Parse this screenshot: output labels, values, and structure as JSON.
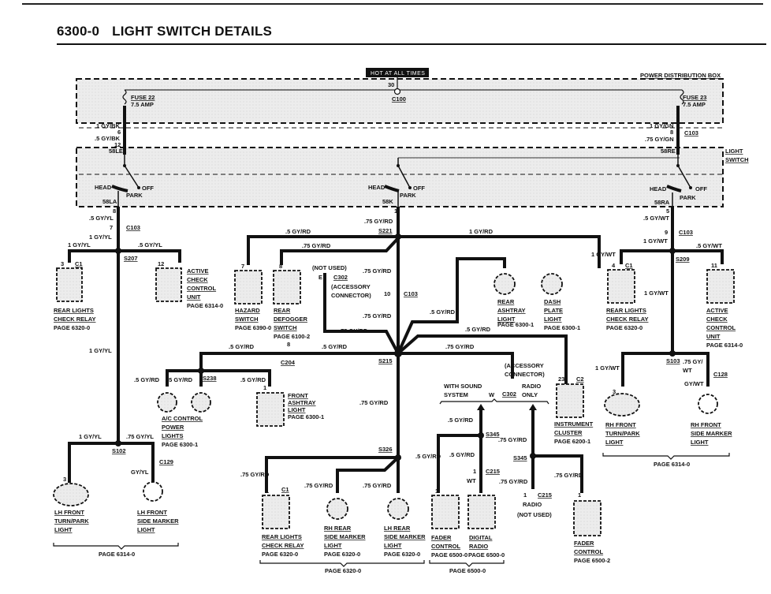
{
  "header": {
    "section_number": "6300-0",
    "title": "LIGHT SWITCH DETAILS"
  },
  "power_box": {
    "hot_label": "HOT AT ALL TIMES",
    "terminal": "30",
    "connector": "C100",
    "box_label": "POWER DISTRIBUTION BOX",
    "fuse_left": {
      "name": "FUSE 22",
      "rating": "7.5 AMP"
    },
    "fuse_right": {
      "name": "FUSE 23",
      "rating": "7.5 AMP"
    }
  },
  "light_switch": {
    "label_line1": "LIGHT",
    "label_line2": "SWITCH",
    "head": "HEAD",
    "off": "OFF",
    "park": "PARK",
    "left": {
      "in_wire1": "1 GY/BK",
      "pin1": "6",
      "in_wire2": ".5 GY/BK",
      "pin2": "12",
      "in_term": "58LE",
      "out_term": "58LA",
      "out_pin": "8",
      "out_wire": ".5 GY/YL"
    },
    "center": {
      "out_term": "58K",
      "out_pin": "1",
      "out_wire": ".75 GY/RD"
    },
    "right": {
      "in_wire1": "1 GY/GN",
      "pin1": "8",
      "conn": "C103",
      "in_wire2": ".75 GY/GN",
      "in_term": "58RE",
      "out_term": "58RA",
      "out_pin": "5",
      "out_wire": ".5 GY/WT"
    }
  },
  "left_branch": {
    "c103_pin": "7",
    "c103": "C103",
    "wire_a": "1 GY/YL",
    "wire_b": "1 GY/YL",
    "wire_c": ".5 GY/YL",
    "splice": "S207",
    "relay": {
      "pin": "3",
      "conn": "C1",
      "name1": "REAR LIGHTS",
      "name2": "CHECK RELAY",
      "page": "PAGE 6320-0"
    },
    "acc": {
      "pin": "12",
      "name1": "ACTIVE",
      "name2": "CHECK",
      "name3": "CONTROL",
      "name4": "UNIT",
      "page": "PAGE 6314-0"
    },
    "trunk_wire": "1 GY/YL",
    "s102": "S102",
    "s102_left_wire": "1 GY/YL",
    "s102_right_wire": ".75 GY/YL",
    "c129": "C129",
    "c129_wire": "GY/YL",
    "turn": {
      "pin": "3",
      "name1": "LH FRONT",
      "name2": "TURN/PARK",
      "name3": "LIGHT"
    },
    "marker": {
      "name1": "LH FRONT",
      "name2": "SIDE MARKER",
      "name3": "LIGHT"
    },
    "page": "PAGE 6314-0"
  },
  "center_branch": {
    "s221": "S221",
    "wire_hazard": ".5 GY/RD",
    "wire_defog": ".75 GY/RD",
    "wire_dash": "1 GY/RD",
    "hazard": {
      "pin": "7",
      "name1": "HAZARD",
      "name2": "SWITCH",
      "page": "PAGE 6390-0"
    },
    "defog": {
      "pin": "8",
      "name1": "REAR",
      "name2": "DEFOGGER",
      "name3": "SWITCH",
      "page": "PAGE 6100-2"
    },
    "c302": {
      "note": "(NOT USED)",
      "pin": "E",
      "conn": "C302",
      "desc1": "(ACCESSORY",
      "desc2": "CONNECTOR)"
    },
    "c103_pin": "10",
    "c103": "C103",
    "wire_c103_top": ".75 GY/RD",
    "wire_c103_bot": ".75 GY/RD",
    "wire_c302": ".75 GY/RD",
    "ashtray_rear": {
      "name1": "REAR",
      "name2": "ASHTRAY",
      "name3": "LIGHT",
      "page": "PAGE 6300-1",
      "wire": ".5 GY/RD"
    },
    "dash": {
      "name1": "DASH",
      "name2": "PLATE",
      "name3": "LIGHT",
      "page": "PAGE 6300-1"
    },
    "s215": "S215",
    "wire_cluster": ".5 GY/RD",
    "wire_acc": ".75 GY/RD",
    "c204": {
      "pin": "8",
      "conn": "C204",
      "wire_left": ".5 GY/RD",
      "wire_right": ".5 GY/RD"
    },
    "s238": "S238",
    "ac": {
      "wire1": ".5 GY/RD",
      "wire2": ".5 GY/RD",
      "name1": "A/C CONTROL",
      "name2": "POWER",
      "name3": "LIGHTS",
      "page": "PAGE 6300-1"
    },
    "front_ashtray": {
      "wire": ".5 GY/RD",
      "pin": "1",
      "name1": "FRONT",
      "name2": "ASHTRAY",
      "name3": "LIGHT",
      "page": "PAGE 6300-1"
    },
    "cluster": {
      "pin": "23",
      "conn": "C2",
      "name1": "INSTRUMENT",
      "name2": "CLUSTER",
      "page": "PAGE 6200-1"
    },
    "acc_conn": {
      "desc1": "(ACCESSORY",
      "desc2": "CONNECTOR)",
      "left1": "WITH SOUND",
      "left2": "SYSTEM",
      "pin": "W",
      "conn": "C302",
      "right1": "RADIO",
      "right2": "ONLY"
    },
    "trunk_wire": ".75 GY/RD",
    "s326": "S326",
    "rear_relay": {
      "wire": ".75 GY/RD",
      "pin": "1",
      "conn": "C1",
      "name1": "REAR LIGHTS",
      "name2": "CHECK RELAY",
      "page": "PAGE  6320-0"
    },
    "rh_rear": {
      "wire": ".75 GY/RD",
      "name1": "RH REAR",
      "name2": "SIDE MARKER",
      "name3": "LIGHT",
      "page": "PAGE 6320-0"
    },
    "lh_rear": {
      "wire": ".75 GY/RD",
      "name1": "LH REAR",
      "name2": "SIDE MARKER",
      "name3": "LIGHT",
      "page": "PAGE 6320-0"
    },
    "rear_page": "PAGE 6320-0",
    "sound": {
      "wire_top": ".5 GY/RD",
      "s345": "S345",
      "wire_left": ".5 GY/RD",
      "wire_mid": ".5 GY/RD",
      "wire_right": ".75 GY/RD",
      "c215_pin": "1",
      "c215": "C215",
      "wt": "WT"
    },
    "fader": {
      "pin": "1",
      "name1": "FADER",
      "name2": "CONTROL",
      "page": "PAGE 6500-0"
    },
    "digital": {
      "name1": "DIGITAL",
      "name2": "RADIO",
      "page": "PAGE 6500-0"
    },
    "sound_page": "PAGE 6500-0",
    "radio": {
      "s345": "S345",
      "wire_down": ".75 GY/RD",
      "wire_right": ".75 GY/RD",
      "c215_pin": "1",
      "c215": "C215",
      "name1": "RADIO",
      "name2": "(NOT USED)"
    },
    "fader2": {
      "pin": "1",
      "name1": "FADER",
      "name2": "CONTROL",
      "page": "PAGE 6500-2"
    }
  },
  "right_branch": {
    "c103_pin": "9",
    "c103": "C103",
    "wire_a": "1 GY/WT",
    "wire_b": "1 GY/WT",
    "wire_c": ".5 GY/WT",
    "splice": "S209",
    "relay": {
      "pin": "4",
      "conn": "C1",
      "name1": "REAR LIGHTS",
      "name2": "CHECK RELAY",
      "page": "PAGE 6320-0"
    },
    "acc": {
      "pin": "11",
      "name1": "ACTIVE",
      "name2": "CHECK",
      "name3": "CONTROL",
      "name4": "UNIT",
      "page": "PAGE 6314-0"
    },
    "trunk_wire": "1 GY/WT",
    "s103": "S103",
    "s103_left_wire": "1 GY/WT",
    "s103_right_wire1": ".75 GY/",
    "s103_right_wire2": "WT",
    "c128": "C128",
    "c128_wire": "GY/WT",
    "turn": {
      "pin": "3",
      "name1": "RH FRONT",
      "name2": "TURN/PARK",
      "name3": "LIGHT"
    },
    "marker": {
      "name1": "RH FRONT",
      "name2": "SIDE MARKER",
      "name3": "LIGHT"
    },
    "page": "PAGE 6314-0"
  }
}
